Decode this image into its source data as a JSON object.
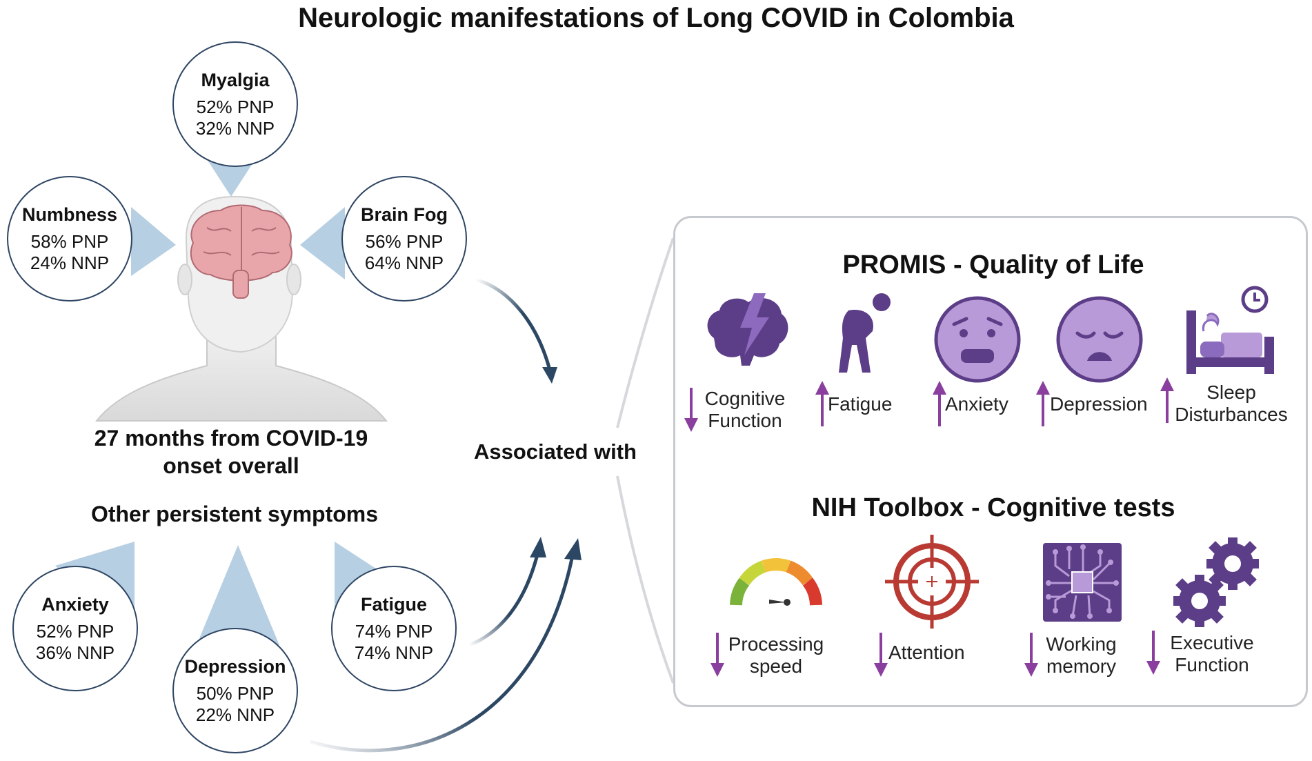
{
  "title": "Neurologic manifestations of Long COVID in Colombia",
  "neuro_symptoms": [
    {
      "name": "Myalgia",
      "pnp": "52% PNP",
      "nnp": "32% NNP"
    },
    {
      "name": "Numbness",
      "pnp": "58% PNP",
      "nnp": "24% NNP"
    },
    {
      "name": "Brain Fog",
      "pnp": "56% PNP",
      "nnp": "64% NNP"
    }
  ],
  "onset_text": "27 months from COVID-19 onset overall",
  "other_symptoms_heading": "Other persistent symptoms",
  "other_symptoms": [
    {
      "name": "Anxiety",
      "pnp": "52% PNP",
      "nnp": "36% NNP"
    },
    {
      "name": "Depression",
      "pnp": "50% PNP",
      "nnp": "22% NNP"
    },
    {
      "name": "Fatigue",
      "pnp": "74% PNP",
      "nnp": "74% NNP"
    }
  ],
  "associated_text": "Associated with",
  "promis": {
    "title": "PROMIS - Quality of Life",
    "items": [
      {
        "label": "Cognitive Function",
        "direction": "down",
        "icon": "brain-lightning-icon"
      },
      {
        "label": "Fatigue",
        "direction": "up",
        "icon": "tired-person-icon"
      },
      {
        "label": "Anxiety",
        "direction": "up",
        "icon": "anxious-face-icon"
      },
      {
        "label": "Depression",
        "direction": "up",
        "icon": "sad-face-icon"
      },
      {
        "label": "Sleep Disturbances",
        "direction": "up",
        "icon": "bed-clock-icon"
      }
    ]
  },
  "nih": {
    "title": "NIH Toolbox - Cognitive tests",
    "items": [
      {
        "label": "Processing speed",
        "direction": "down",
        "icon": "speedometer-icon"
      },
      {
        "label": "Attention",
        "direction": "down",
        "icon": "target-icon"
      },
      {
        "label": "Working memory",
        "direction": "down",
        "icon": "circuit-chip-icon"
      },
      {
        "label": "Executive Function",
        "direction": "down",
        "icon": "gears-icon"
      }
    ]
  },
  "colors": {
    "bubble_border": "#2e4563",
    "pointer": "#b7cfe2",
    "arrow": "#2c4763",
    "icon_purple": "#5c3d87",
    "trend_arrow": "#8a3f9e"
  }
}
